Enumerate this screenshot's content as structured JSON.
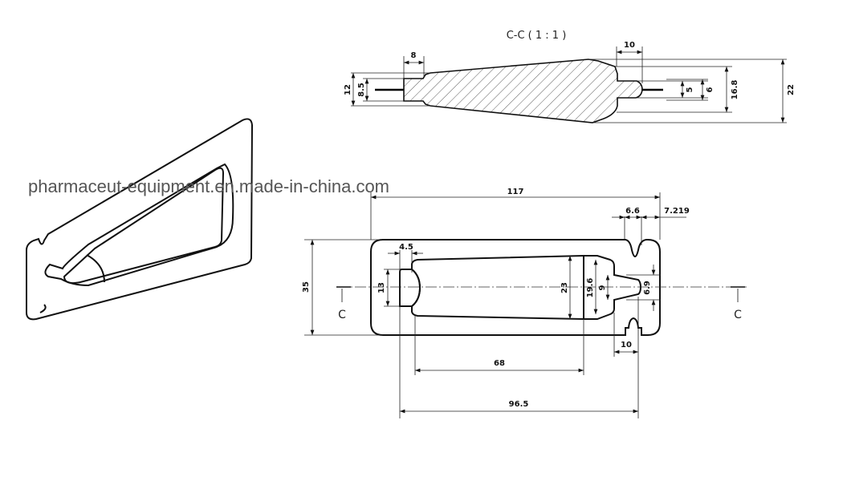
{
  "watermark": "pharmaceut-equipment.en.made-in-china.com",
  "section_view": {
    "title": "C-C ( 1 : 1 )",
    "dims": {
      "d8": "8",
      "d10": "10",
      "d12": "12",
      "d8_5": "8.5",
      "d5": "5",
      "d6": "6",
      "d16_8": "16.8",
      "d22": "22"
    }
  },
  "plan_view": {
    "dims": {
      "d117": "117",
      "d6_6": "6.6",
      "d7_219": "7.219",
      "d35": "35",
      "d4_5": "4.5",
      "d13": "13",
      "d23": "23",
      "d19_6": "19.6",
      "d9": "9",
      "d6_9": "6.9",
      "d10": "10",
      "d68": "68",
      "d96_5": "96.5"
    },
    "section_mark_left": "C",
    "section_mark_right": "C"
  }
}
